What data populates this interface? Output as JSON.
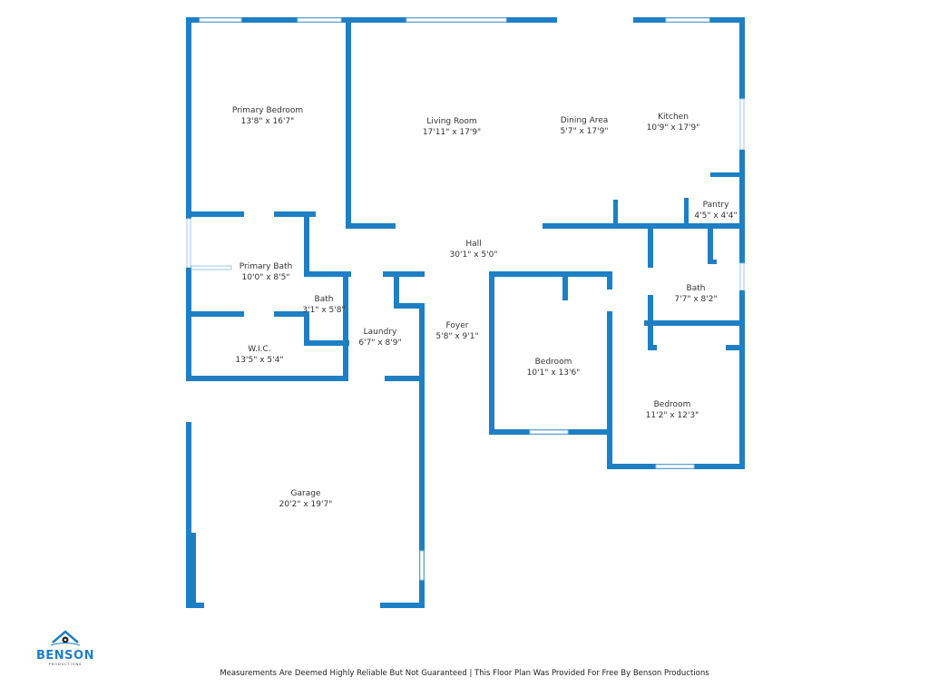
{
  "rooms": {
    "primary_bedroom": {
      "name": "Primary Bedroom",
      "size": "13'8\" x 16'7\""
    },
    "living_room": {
      "name": "Living Room",
      "size": "17'11\" x 17'9\""
    },
    "dining_area": {
      "name": "Dining Area",
      "size": "5'7\" x 17'9\""
    },
    "kitchen": {
      "name": "Kitchen",
      "size": "10'9\" x 17'9\""
    },
    "pantry": {
      "name": "Pantry",
      "size": "4'5\" x 4'4\""
    },
    "hall": {
      "name": "Hall",
      "size": "30'1\" x 5'0\""
    },
    "primary_bath": {
      "name": "Primary Bath",
      "size": "10'0\" x 8'5\""
    },
    "bath_small": {
      "name": "Bath",
      "size": "3'1\" x 5'8\""
    },
    "laundry": {
      "name": "Laundry",
      "size": "6'7\" x 8'9\""
    },
    "foyer": {
      "name": "Foyer",
      "size": "5'8\" x 9'1\""
    },
    "bath_2": {
      "name": "Bath",
      "size": "7'7\" x 8'2\""
    },
    "wic": {
      "name": "W.I.C.",
      "size": "13'5\" x 5'4\""
    },
    "bedroom_2": {
      "name": "Bedroom",
      "size": "10'1\" x 13'6\""
    },
    "bedroom_3": {
      "name": "Bedroom",
      "size": "11'2\" x 12'3\""
    },
    "garage": {
      "name": "Garage",
      "size": "20'2\" x 19'7\""
    }
  },
  "logo": {
    "name": "BENSON",
    "subtitle": "PRODUCTIONS"
  },
  "footer": {
    "disclaimer": "Measurements Are Deemed Highly Reliable But Not Guaranteed | This Floor Plan Was Provided For Free By Benson Productions"
  },
  "colors": {
    "wall": "#1f7fc4",
    "window": "#9ec7e6",
    "text": "#333333"
  }
}
